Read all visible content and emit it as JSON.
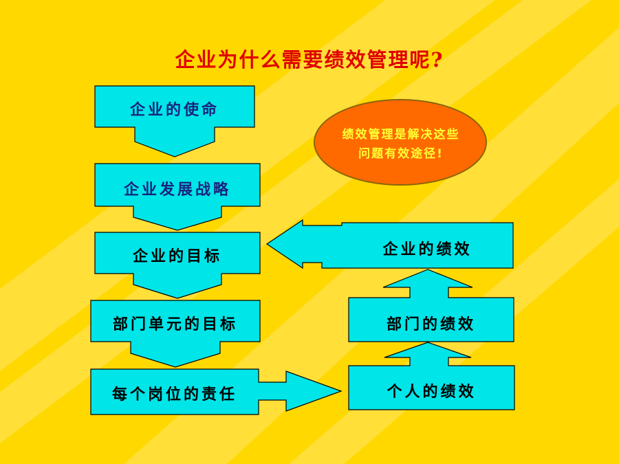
{
  "colors": {
    "background": "#FFD800",
    "stripe": "#FFE566",
    "box_fill": "#00E5E8",
    "box_stroke": "#000000",
    "title_text": "#E00000",
    "box_text_dark": "#1A237E",
    "box_text": "#000000",
    "oval_fill": "#FF6A00",
    "oval_stroke": "#8B6508",
    "oval_text": "#FFFF33"
  },
  "title": "企业为什么需要绩效管理呢?",
  "left_chain": {
    "mission": "企业的使命",
    "strategy": "企业发展战略",
    "goal": "企业的目标",
    "dept_goal": "部门单元的目标",
    "position": "每个岗位的责任"
  },
  "right_chain": {
    "enterprise_perf": "企业的绩效",
    "dept_perf": "部门的绩效",
    "personal_perf": "个人的绩效"
  },
  "callout": {
    "line1": "绩效管理是解决这些",
    "line2": "问题有效途径!"
  }
}
